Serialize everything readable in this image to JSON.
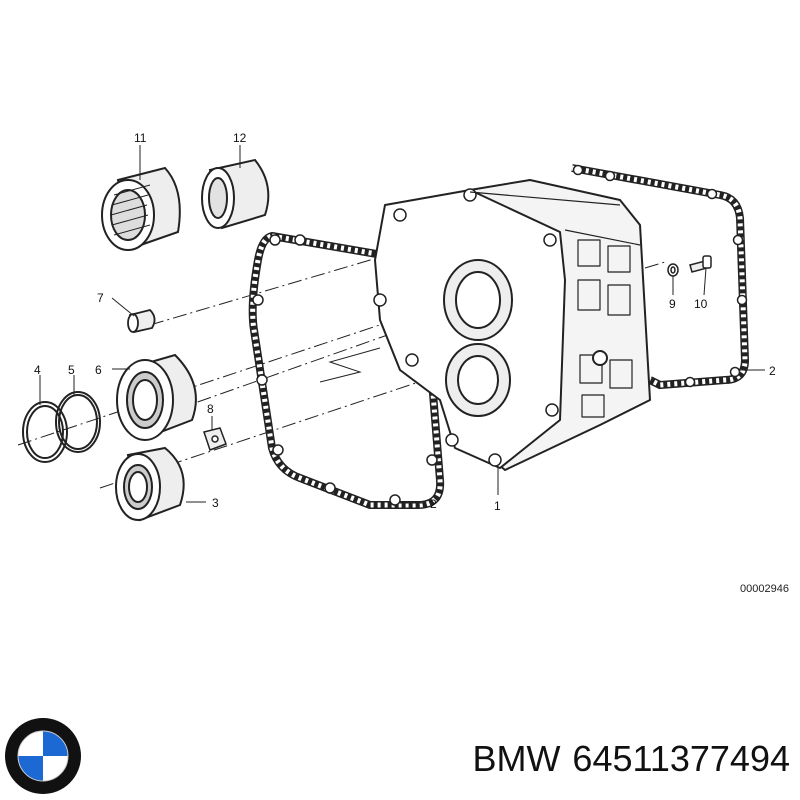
{
  "callouts": {
    "p1": "1",
    "p2a": "2",
    "p2b": "2",
    "p3": "3",
    "p4": "4",
    "p5": "5",
    "p6": "6",
    "p7": "7",
    "p8": "8",
    "p9": "9",
    "p10": "10",
    "p11": "11",
    "p12": "12"
  },
  "diagram_code": "00002946",
  "caption": {
    "brand": "BMW",
    "part_number": "64511377494"
  },
  "logo": {
    "icon": "bmw-logo-icon",
    "colors": {
      "blue": "#1c69d4",
      "black": "#111111"
    }
  }
}
